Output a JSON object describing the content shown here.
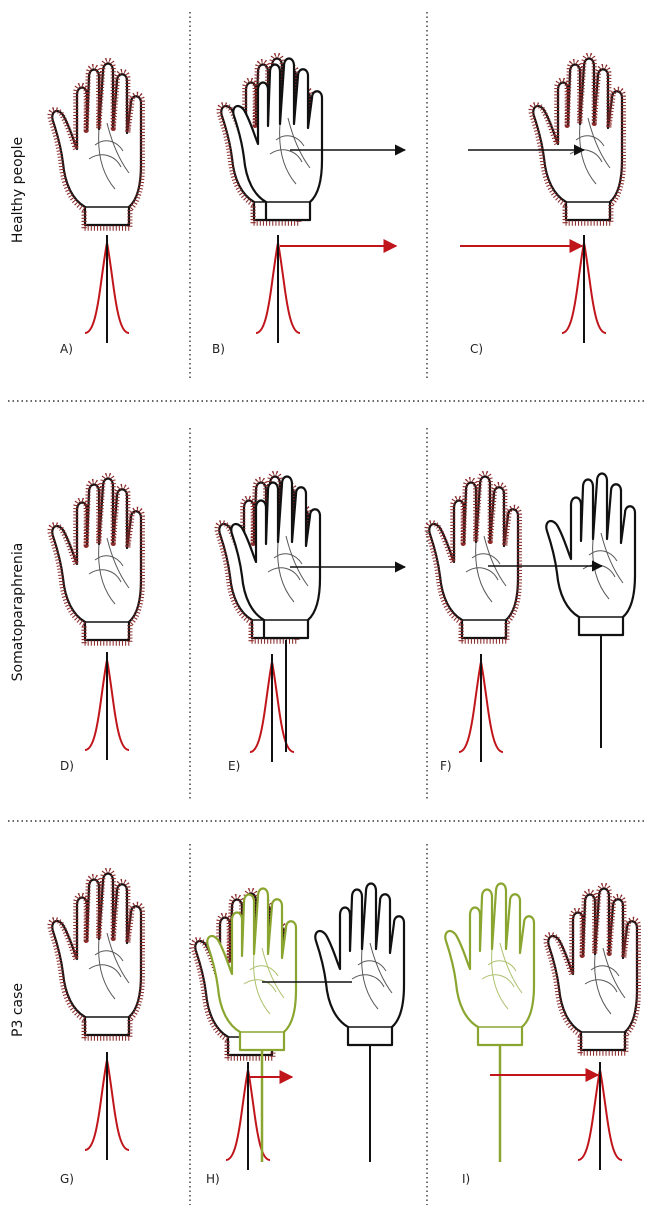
{
  "figure": {
    "row_titles": [
      "Healthy people",
      "Somatoparaphrenia",
      "P3 case"
    ],
    "panel_labels": [
      "A)",
      "B)",
      "C)",
      "D)",
      "E)",
      "F)",
      "G)",
      "H)",
      "I)"
    ],
    "colors": {
      "own_hand_outline": "#111111",
      "own_hand_speckle": "#8b2a2a",
      "felt_response_curve": "#c0161b",
      "axis_line": "#111111",
      "supernumerary_hand": "#8aa631",
      "divider": "#333333"
    },
    "icons": [
      "hand-icon"
    ]
  }
}
